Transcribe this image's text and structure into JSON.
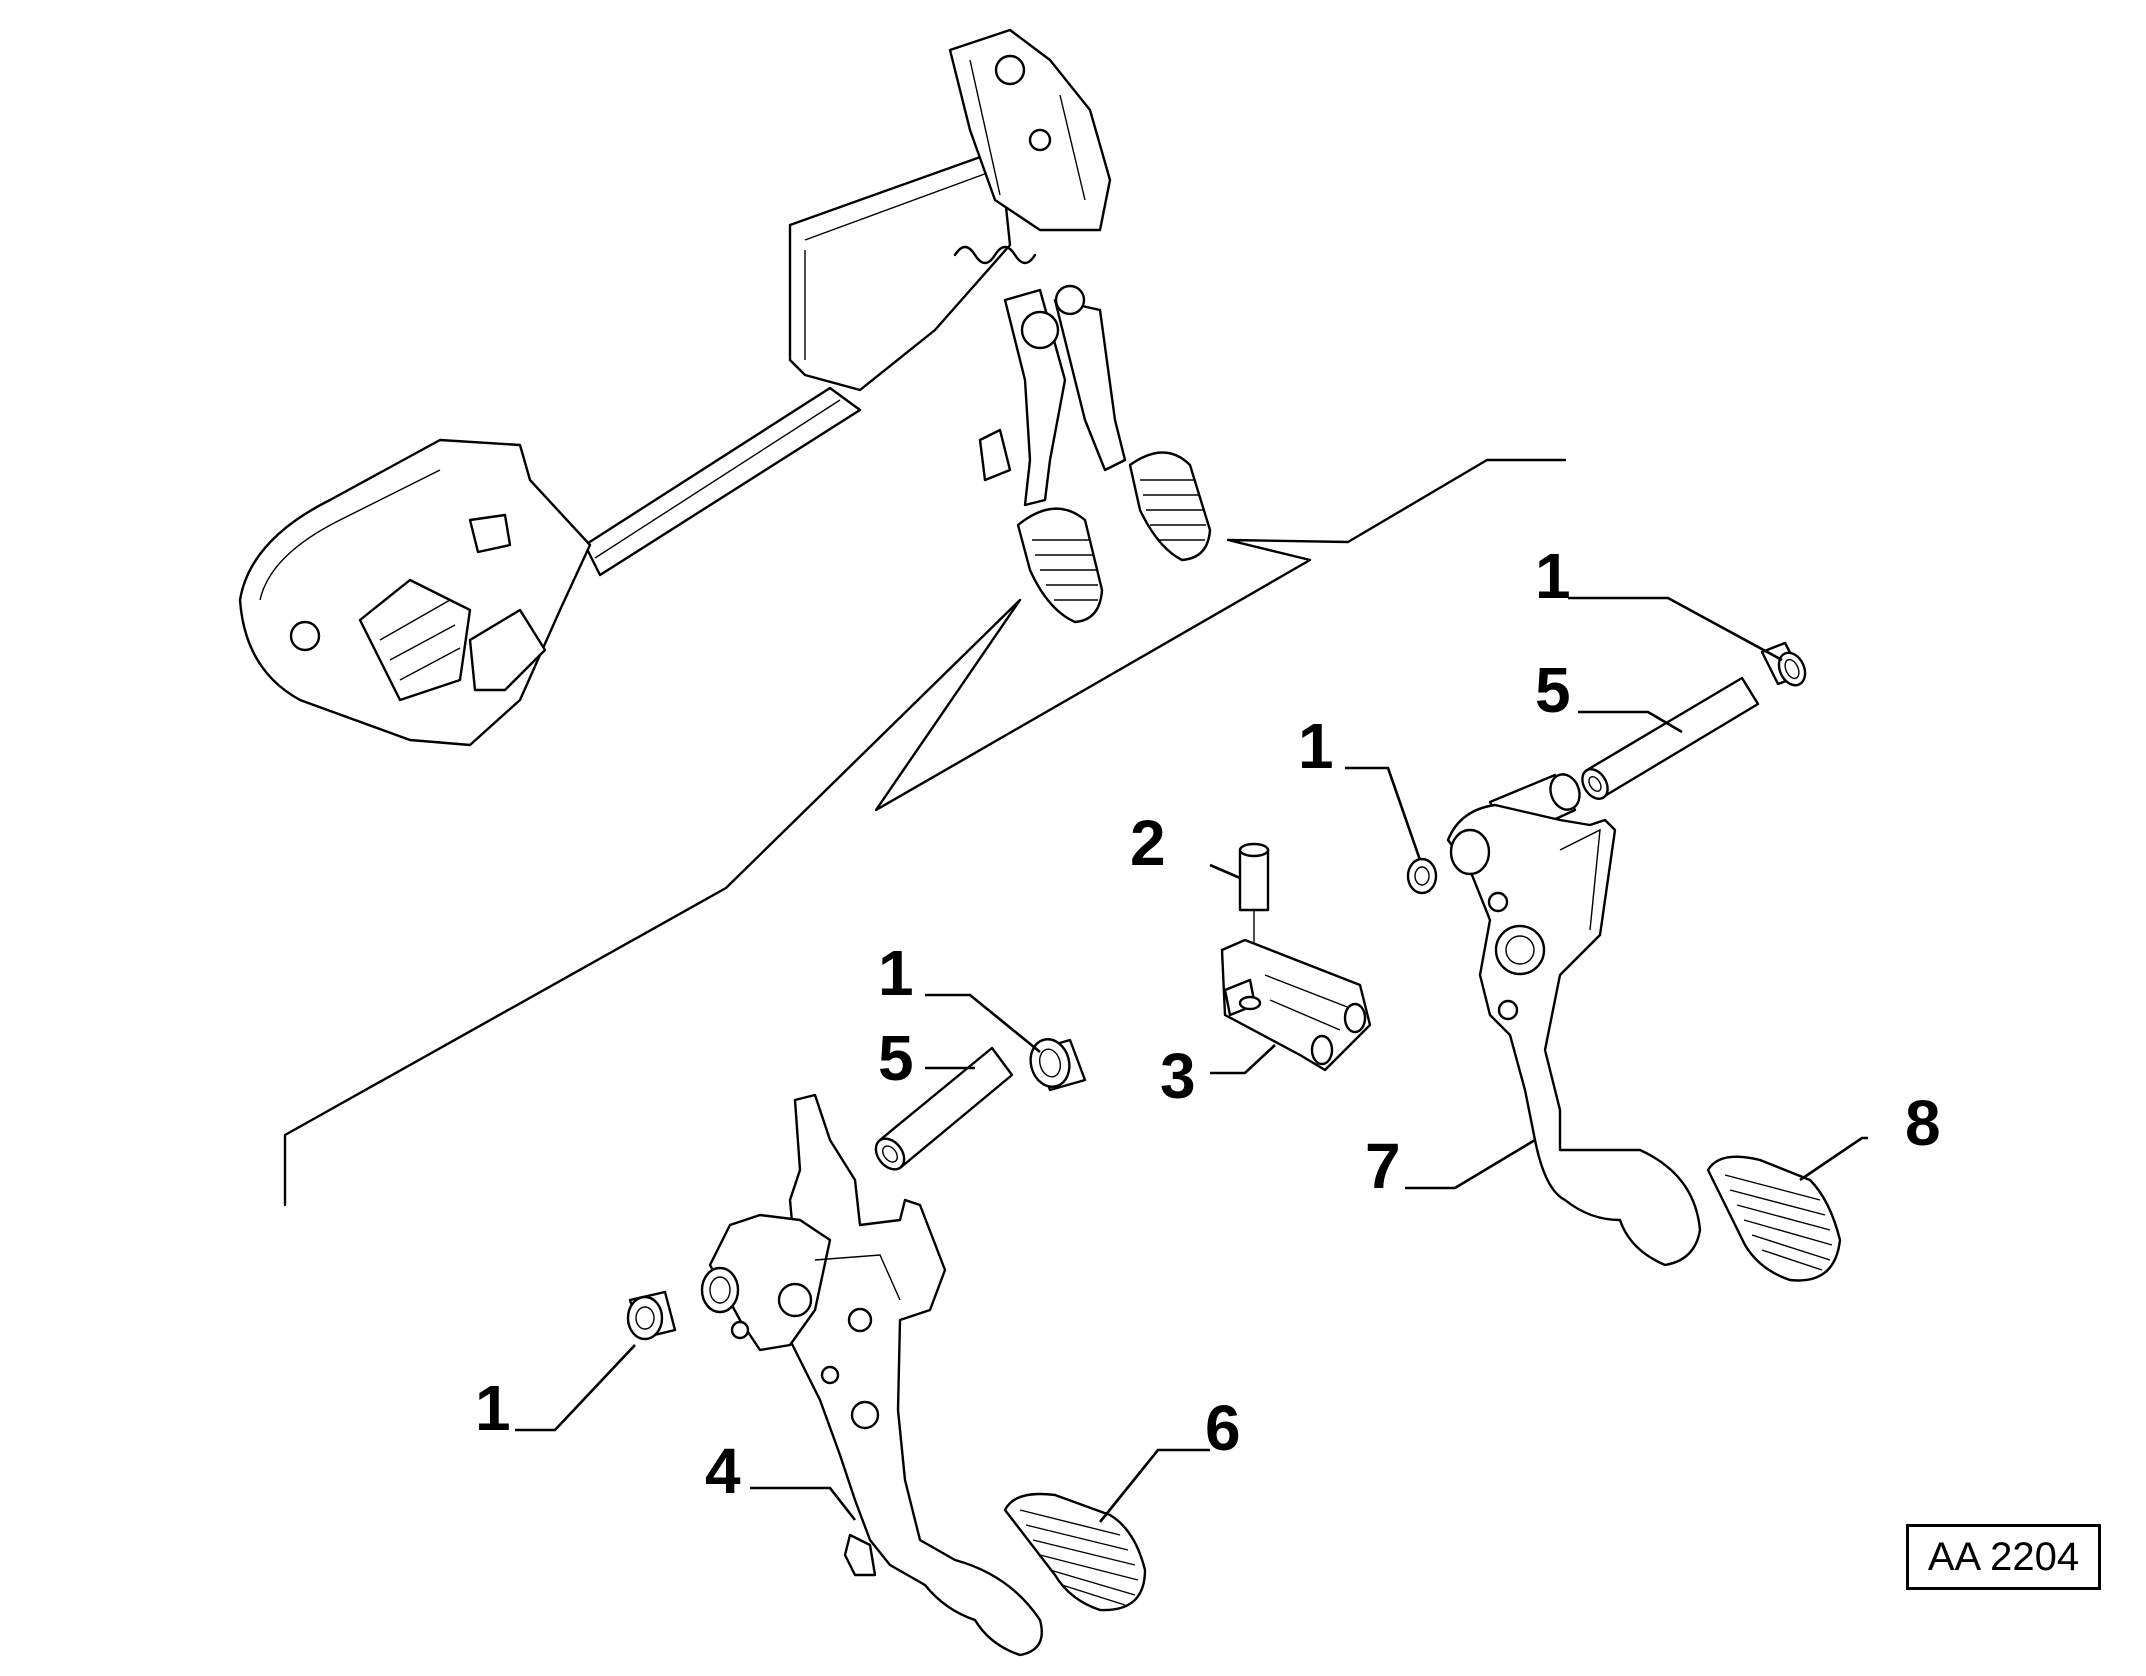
{
  "callouts": {
    "c1_top": "1",
    "c5_top": "5",
    "c1_mid": "1",
    "c2": "2",
    "c3": "3",
    "c1_left": "1",
    "c5_left": "5",
    "c7": "7",
    "c8": "8",
    "c1_bottom": "1",
    "c4": "4",
    "c6": "6"
  },
  "reference_code": "AA 2204"
}
